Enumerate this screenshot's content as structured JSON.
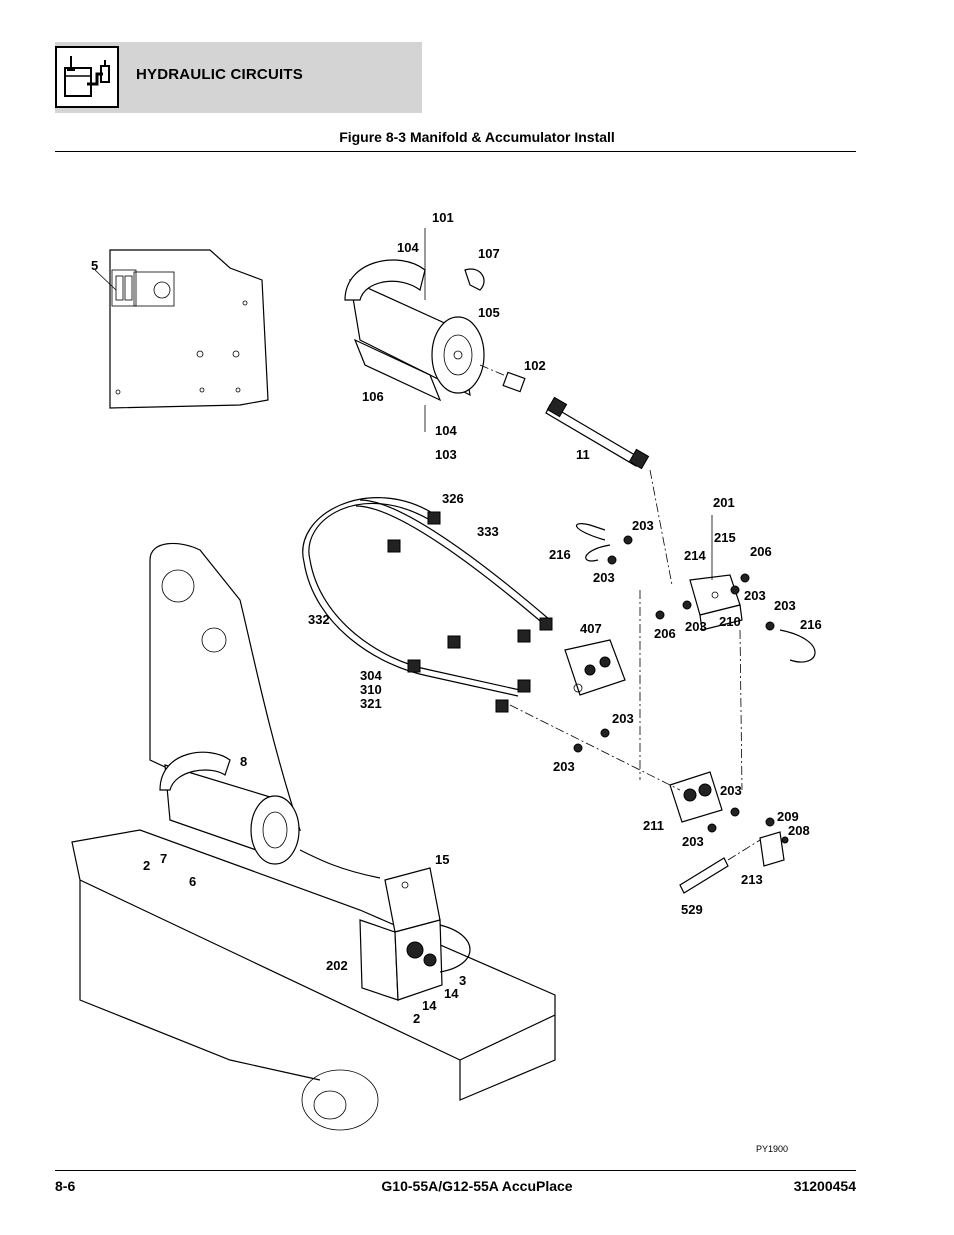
{
  "header": {
    "section_title": "HYDRAULIC CIRCUITS",
    "icon": "hydraulic-circuit-icon"
  },
  "figure": {
    "title": "Figure 8-3 Manifold & Accumulator Install",
    "drawing_code": "PY1900",
    "callouts": {
      "c101": "101",
      "c104a": "104",
      "c107": "107",
      "c105": "105",
      "c102": "102",
      "c106": "106",
      "c104b": "104",
      "c103": "103",
      "c11": "11",
      "c5": "5",
      "c326": "326",
      "c333": "333",
      "c332": "332",
      "c304": "304",
      "c310": "310",
      "c321": "321",
      "c407": "407",
      "c216a": "216",
      "c203a": "203",
      "c203b": "203",
      "c201": "201",
      "c215": "215",
      "c214": "214",
      "c206a": "206",
      "c203c": "203",
      "c203d": "203",
      "c206b": "206",
      "c203e": "203",
      "c210": "210",
      "c216b": "216",
      "c203f": "203",
      "c203g": "203",
      "c203h": "203",
      "c211": "211",
      "c203i": "203",
      "c209": "209",
      "c208": "208",
      "c213": "213",
      "c529": "529",
      "c8": "8",
      "c15": "15",
      "c2a": "2",
      "c7": "7",
      "c6": "6",
      "c202": "202",
      "c3": "3",
      "c14a": "14",
      "c14b": "14",
      "c2b": "2"
    }
  },
  "footer": {
    "page_number": "8-6",
    "model": "G10-55A/G12-55A AccuPlace",
    "doc_number": "31200454"
  }
}
